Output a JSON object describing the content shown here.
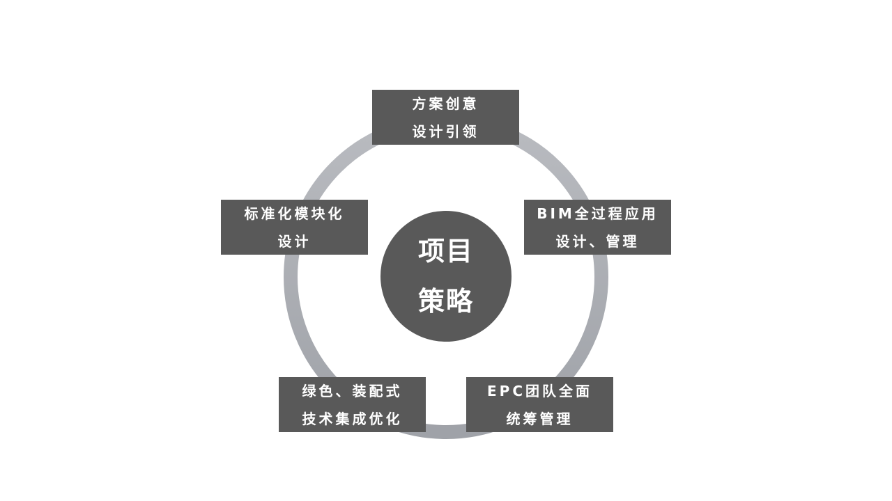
{
  "center": {
    "line1": "项目",
    "line2": "策略"
  },
  "items": [
    {
      "line1": "方案创意",
      "line2": "设计引领"
    },
    {
      "line1": "BIM全过程应用",
      "line2": "设计、管理"
    },
    {
      "line1": "EPC团队全面",
      "line2": "统筹管理"
    },
    {
      "line1": "绿色、装配式",
      "line2": "技术集成优化"
    },
    {
      "line1": "标准化模块化",
      "line2": "设计"
    }
  ],
  "colors": {
    "box": "#595959",
    "ring_top": "#b9bbc0",
    "ring_bottom": "#9fa2a8"
  }
}
